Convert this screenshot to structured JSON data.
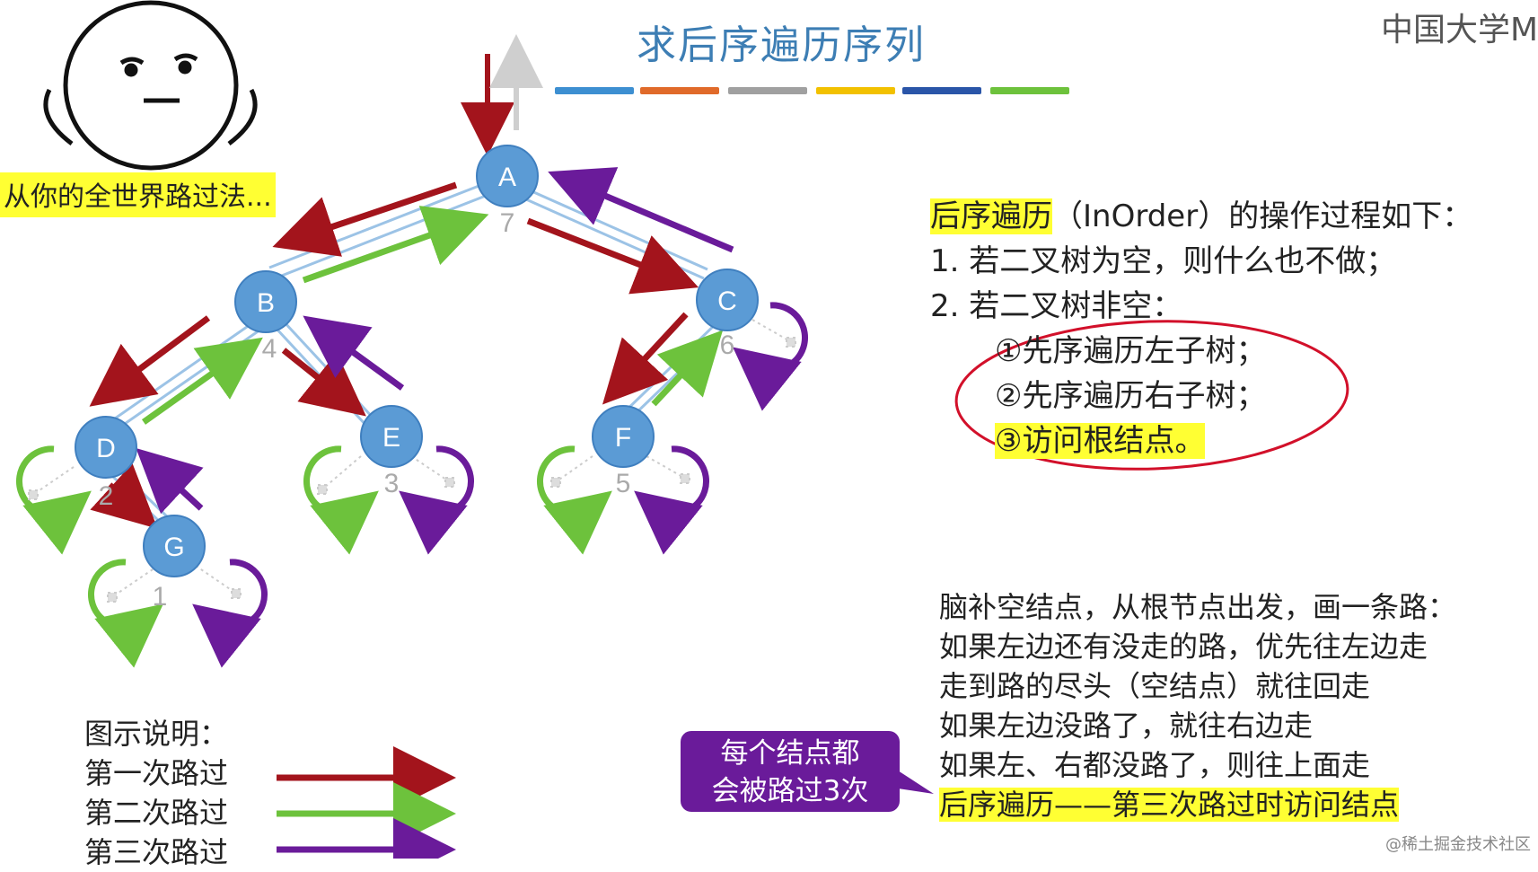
{
  "title": "求后序遍历序列",
  "logo_text": "中国大学M",
  "caption": "从你的全世界路过法...",
  "colorbar": [
    "#3d8fd1",
    "#e06a2a",
    "#a0a0a0",
    "#f2c100",
    "#2a55a8",
    "#6dc23c"
  ],
  "nodes": [
    {
      "id": "A",
      "order": "7"
    },
    {
      "id": "B",
      "order": "4"
    },
    {
      "id": "C",
      "order": "6"
    },
    {
      "id": "D",
      "order": "2"
    },
    {
      "id": "E",
      "order": "3"
    },
    {
      "id": "F",
      "order": "5"
    },
    {
      "id": "G",
      "order": "1"
    }
  ],
  "rules": {
    "heading_hl": "后序遍历",
    "heading_rest": "（InOrder）的操作过程如下：",
    "step1": "1.  若二叉树为空，则什么也不做；",
    "step2": "2.  若二叉树非空：",
    "sub1": "①先序遍历左子树；",
    "sub2": "②先序遍历右子树；",
    "sub3": "③访问根结点。"
  },
  "walk": {
    "l1": "脑补空结点，从根节点出发，画一条路：",
    "l2": "如果左边还有没走的路，优先往左边走",
    "l3": "走到路的尽头（空结点）就往回走",
    "l4": "如果左边没路了，就往右边走",
    "l5": "如果左、右都没路了，则往上面走",
    "l6": "后序遍历——第三次路过时访问结点"
  },
  "callout": {
    "l1": "每个结点都",
    "l2": "会被路过3次"
  },
  "legend": {
    "title": "图示说明：",
    "first": "第一次路过",
    "second": "第二次路过",
    "third": "第三次路过"
  },
  "colors": {
    "first": "#a3141c",
    "second": "#6dc23c",
    "third": "#6a1b9a",
    "node": "#5b9bd5",
    "edge": "#9cc3e6"
  },
  "footer": "@稀土掘金技术社区"
}
